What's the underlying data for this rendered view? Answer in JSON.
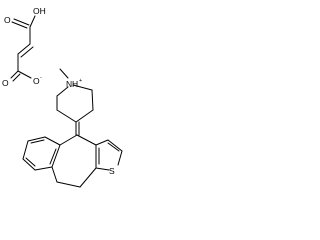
{
  "molecule": {
    "atoms": {
      "hydroxyl_label": "OH",
      "carbonyl_o1_label": "O",
      "carbonyl_o2_label": "O",
      "carboxylate_o_label": "O",
      "carboxylate_charge": "-",
      "amine_n_label": "N",
      "amine_h_label": "H",
      "amine_charge": "+",
      "sulfur_label": "S"
    },
    "colors": {
      "bond": "#000000",
      "label": "#000000",
      "background": "#ffffff"
    }
  }
}
